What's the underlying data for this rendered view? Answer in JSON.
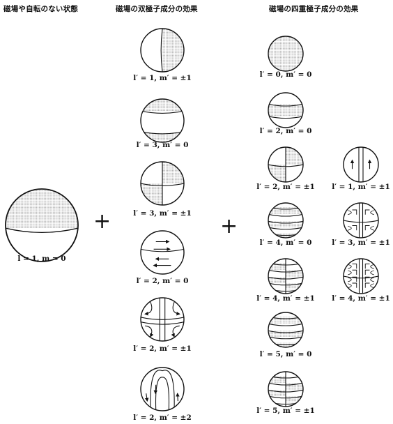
{
  "headers": {
    "col1": "磁場や自転のない状態",
    "col2": "磁場の双極子成分の効果",
    "col3": "磁場の四重極子成分の効果"
  },
  "operators": {
    "plus1": "+",
    "plus2": "+"
  },
  "spheres": [
    {
      "id": "base",
      "pattern": "l1m0",
      "label": "l = 1,  m = 0"
    },
    {
      "id": "d-l1m1",
      "pattern": "half-vertical",
      "label": "l′ = 1,  m′ = ±1"
    },
    {
      "id": "d-l3m0",
      "pattern": "bands-top",
      "label": "l′ = 3,  m′ = 0"
    },
    {
      "id": "d-l3m1",
      "pattern": "quadrant",
      "label": "l′ = 3,  m′ = ±1"
    },
    {
      "id": "d-l2m0",
      "pattern": "arrows-horizontal",
      "label": "l′ = 2,  m′ = 0"
    },
    {
      "id": "d-l2m1",
      "pattern": "arrows-cross",
      "label": "l′ = 2,  m′ = ±1"
    },
    {
      "id": "d-l2m2",
      "pattern": "arrows-loops",
      "label": "l′ = 2,  m′ = ±2"
    },
    {
      "id": "q-l0m0",
      "pattern": "uniform",
      "label": "l′ = 0,  m′ = 0"
    },
    {
      "id": "q-l2m0",
      "pattern": "band-middle",
      "label": "l′ = 2,  m′ = 0"
    },
    {
      "id": "q-l2m1",
      "pattern": "quadrant",
      "label": "l′ = 2,  m′ = ±1"
    },
    {
      "id": "q-l4m0",
      "pattern": "bands",
      "label": "l′ = 4,  m′ = 0"
    },
    {
      "id": "q-l4m1",
      "pattern": "bands-split",
      "label": "l′ = 4,  m′ = ±1"
    },
    {
      "id": "q-l5m0",
      "pattern": "bands",
      "label": "l′ = 5,  m′ = 0"
    },
    {
      "id": "q-l5m1",
      "pattern": "bands-split",
      "label": "l′ = 5,  m′ = ±1"
    },
    {
      "id": "q2-l1m1",
      "pattern": "arrows-up",
      "label": "l′ = 1,  m′ = ±1"
    },
    {
      "id": "q2-l3m1",
      "pattern": "swirl",
      "label": "l′ = 3,  m′ = ±1"
    },
    {
      "id": "q2-l4m1",
      "pattern": "swirl-dense",
      "label": "l′ = 4,  m′ = ±1"
    }
  ]
}
